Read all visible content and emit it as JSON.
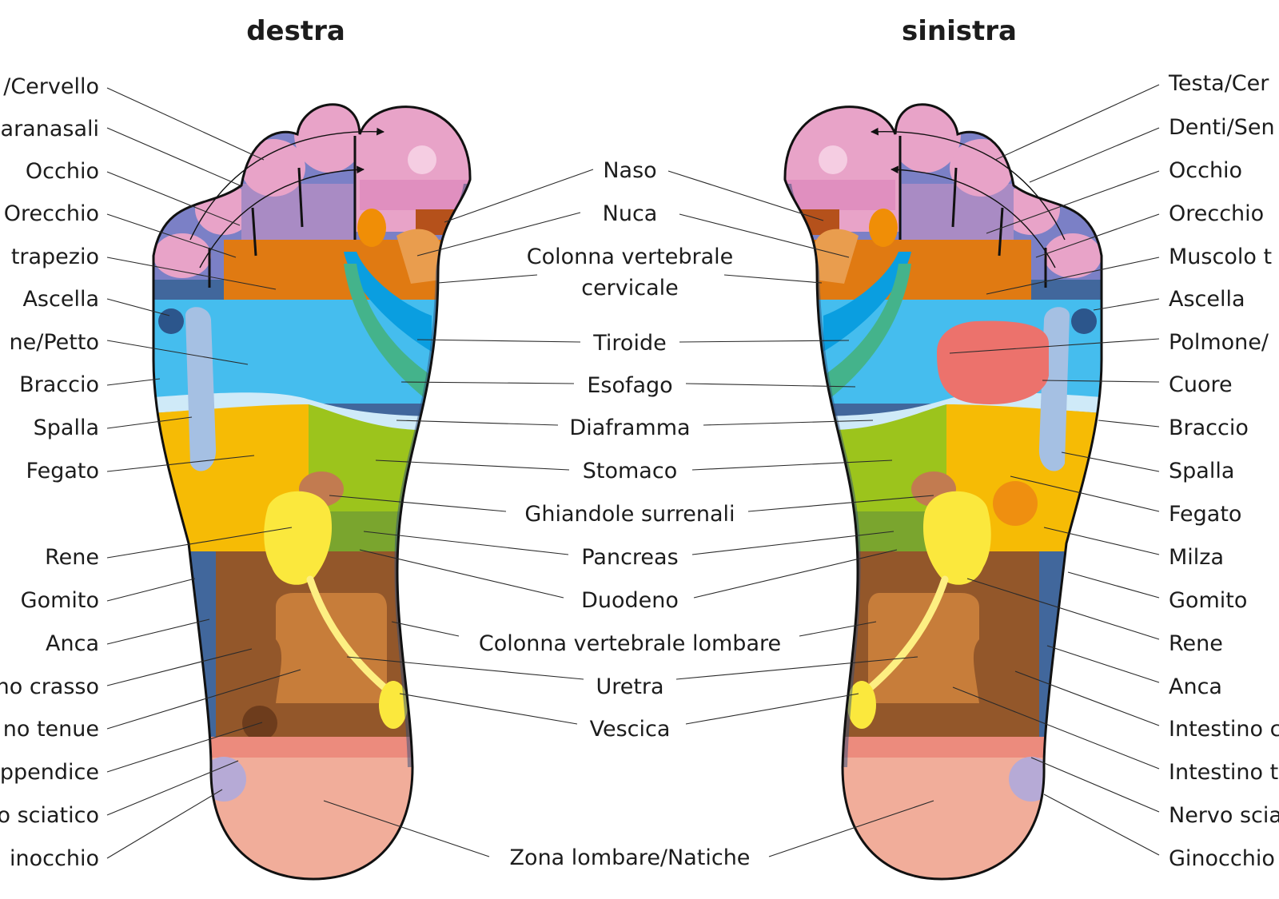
{
  "titles": {
    "right_foot": "destra",
    "left_foot": "sinistra"
  },
  "left_labels": {
    "l1": "/Cervello",
    "l2": "paranasali",
    "l3": "Occhio",
    "l4": "Orecchio",
    "l5": "trapezio",
    "l6": "Ascella",
    "l7": "ne/Petto",
    "l8": "Braccio",
    "l9": "Spalla",
    "l10": "Fegato",
    "l11": "Rene",
    "l12": "Gomito",
    "l13": "Anca",
    "l14": "no crasso",
    "l15": "no tenue",
    "l16": "ppendice",
    "l17": "o sciatico",
    "l18": "inocchio"
  },
  "center_labels": {
    "c1": "Naso",
    "c2": "Nuca",
    "c3a": "Colonna vertebrale",
    "c3b": "cervicale",
    "c4": "Tiroide",
    "c5": "Esofago",
    "c6": "Diaframma",
    "c7": "Stomaco",
    "c8": "Ghiandole surrenali",
    "c9": "Pancreas",
    "c10": "Duodeno",
    "c11": "Colonna vertebrale lombare",
    "c12": "Uretra",
    "c13": "Vescica",
    "c14": "Zona lombare/Natiche"
  },
  "right_labels": {
    "r1": "Testa/Cer",
    "r2": "Denti/Sen",
    "r3": "Occhio",
    "r4": "Orecchio",
    "r5": "Muscolo t",
    "r6": "Ascella",
    "r7": "Polmone/",
    "r8": "Cuore",
    "r9": "Braccio",
    "r10": "Spalla",
    "r11": "Fegato",
    "r12": "Milza",
    "r13": "Gomito",
    "r14": "Rene",
    "r15": "Anca",
    "r16": "Intestino c",
    "r17": "Intestino t",
    "r18": "Nervo scia",
    "r19": "Ginocchio"
  },
  "zone_colors": {
    "head_toes": "#e8a3c8",
    "sinus": "#a98bc4",
    "ear_eye": "#7b80c6",
    "shoulder_band": "#e07a12",
    "nose": "#b5511b",
    "neck": "#e99d4e",
    "lung": "#45bdee",
    "thyroid": "#0a9ee0",
    "esophagus": "#44b38b",
    "diaphragm": "#cfeaf8",
    "liver": "#f6bb05",
    "stomach": "#9cc41c",
    "pancreas": "#7aa52e",
    "adrenal": "#c27b50",
    "kidney": "#fbe83d",
    "large_intestine": "#93572a",
    "small_intestine": "#c77d3a",
    "heel": "#f1ad9a",
    "spine": "#41679c",
    "arm": "#a5c0e3",
    "heart": "#ec726c",
    "spleen": "#ef8f10"
  }
}
